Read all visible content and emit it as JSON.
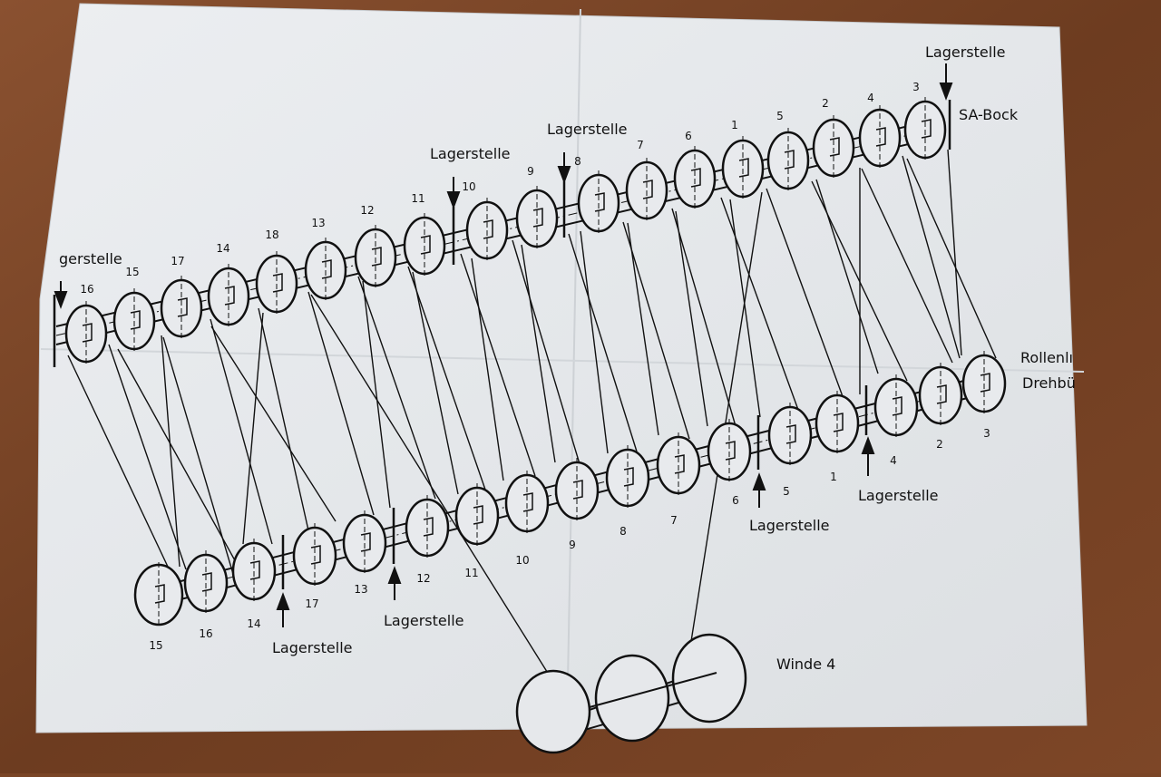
{
  "labels": {
    "top_right_lagerstelle": "Lagerstelle",
    "sa_bock": "SA-Bock",
    "lagerstelle_top_mid": "Lagerstelle",
    "lagerstelle_top_left": "Lagerstelle",
    "lagerstelle_left_edge": "gerstelle",
    "rollen": "Rollenlı",
    "drehbu": "Drehbü",
    "lagerstelle_bottom_right": "Lagerstelle",
    "lagerstelle_bottom_mid": "Lagerstelle",
    "lagerstelle_bottom_left2": "Lagerstelle",
    "lagerstelle_bottom_left": "Lagerstelle",
    "winde": "Winde 4"
  },
  "upper_sheaves": [
    "16",
    "15",
    "17",
    "14",
    "18",
    "13",
    "12",
    "11",
    "10",
    "9",
    "8",
    "7",
    "6",
    "1",
    "5",
    "2",
    "4",
    "3"
  ],
  "lower_sheaves": [
    "15",
    "16",
    "14",
    "17",
    "13",
    "12",
    "11",
    "10",
    "9",
    "8",
    "7",
    "6",
    "5",
    "1",
    "4",
    "2",
    "3"
  ],
  "colors": {
    "table": "#7a4526",
    "paper": "#e9ebee",
    "ink": "#111111"
  }
}
